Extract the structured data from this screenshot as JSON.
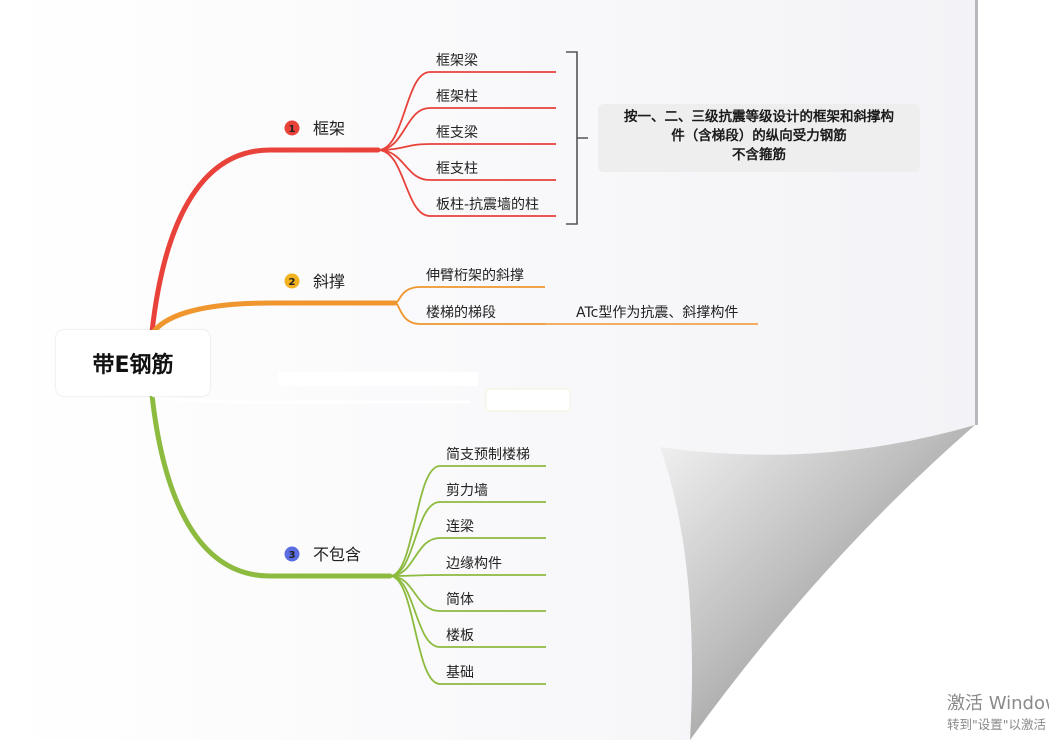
{
  "root": {
    "label": "带E钢筋"
  },
  "branches": [
    {
      "number": "1",
      "label": "框架",
      "color": "#e8423b",
      "children": [
        "框架梁",
        "框架柱",
        "框支梁",
        "框支柱",
        "板柱-抗震墙的柱"
      ]
    },
    {
      "number": "2",
      "label": "斜撑",
      "color": "#f0962e",
      "children": [
        "伸臂桁架的斜撑",
        "楼梯的梯段"
      ],
      "sub_child": "ATc型作为抗震、斜撑构件"
    },
    {
      "number": "3",
      "label": "不包含",
      "color": "#8dbb3f",
      "children": [
        "简支预制楼梯",
        "剪力墙",
        "连梁",
        "边缘构件",
        "简体",
        "楼板",
        "基础"
      ]
    }
  ],
  "summary_note": {
    "line1": "按一、二、三级抗震等级设计的框架和斜撑构",
    "line2": "件（含梯段）的纵向受力钢筋",
    "line3": "不含箍筋"
  },
  "watermark": {
    "line1": "激活 Windows",
    "line2": "转到\"设置\"以激活 Windows。"
  },
  "colors": {
    "badge3": "#5b6ee1",
    "page_shadow": "#9a9a9a"
  }
}
